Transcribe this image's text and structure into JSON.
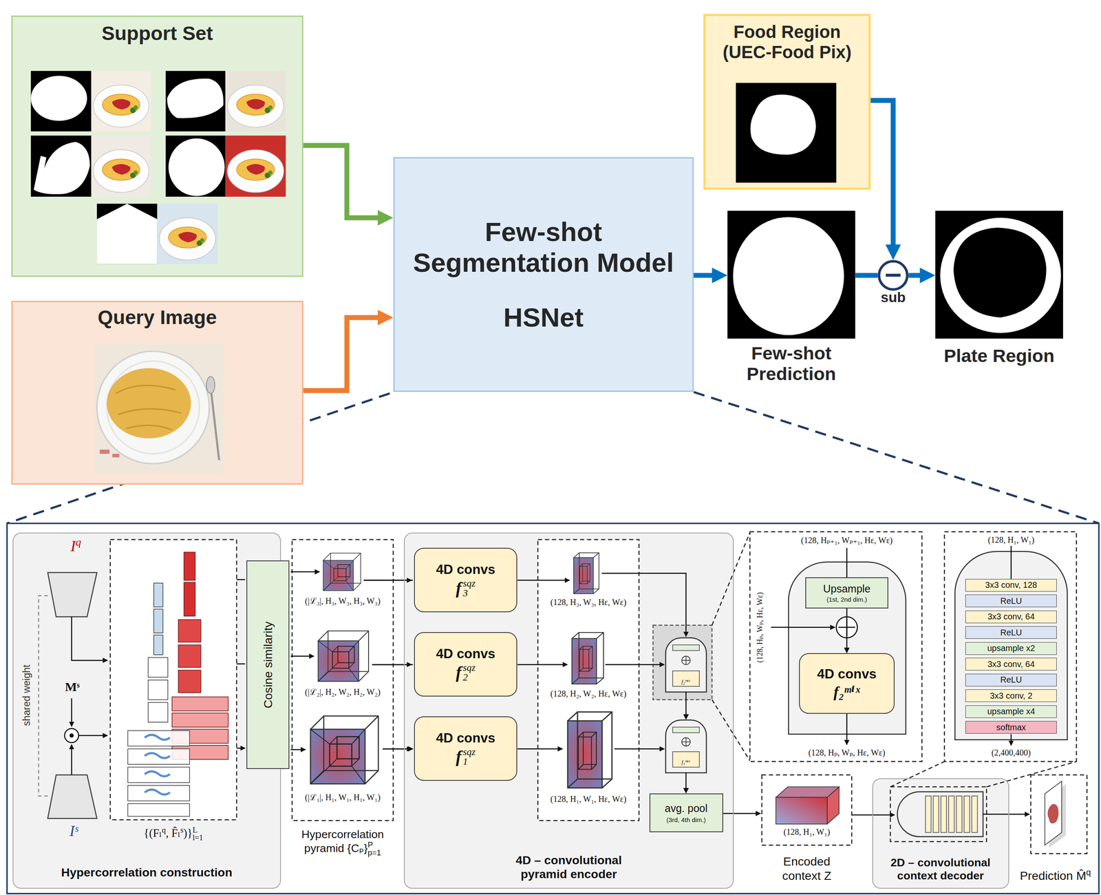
{
  "diagram": {
    "nodes": [
      {
        "text": [
          "Support Set"
        ]
      },
      {
        "text": [
          "Query Image"
        ]
      },
      {
        "text": [
          "Few-shot Segmentation Model",
          "HSNet"
        ]
      },
      {
        "text": [
          "Food Region (UEC-Food Pix)"
        ]
      },
      {
        "text": [
          "Few-shot Prediction"
        ]
      },
      {
        "text": [
          "sub"
        ]
      },
      {
        "text": [
          "Plate Region"
        ]
      },
      {
        "text": [
          "Hypercorrelation construction"
        ]
      },
      {
        "text": [
          "Cosine similarity"
        ]
      },
      {
        "text": [
          "4D – convolutional pyramid encoder"
        ]
      },
      {
        "text": [
          "4D convs",
          "f",
          "sqz",
          "3"
        ],
        "in": 9
      },
      {
        "text": [
          "4D convs",
          "f",
          "sqz",
          "2"
        ],
        "in": 9
      },
      {
        "text": [
          "4D convs",
          "f",
          "sqz",
          "1"
        ],
        "in": 9
      },
      {
        "text": [
          "f₂ᵐⁱˣ"
        ],
        "in": 9
      },
      {
        "text": [
          "f₁ᵐⁱˣ"
        ],
        "in": 9
      },
      {
        "text": [
          "avg. pool",
          "(3rd, 4th dim.)"
        ],
        "in": 9
      },
      {
        "text": [
          "Upsample",
          "(1st, 2nd dim.)"
        ]
      },
      {
        "text": [
          "4D convs",
          "f₂ᵐⁱˣ"
        ]
      },
      {
        "text": [
          "2D – convolutional context decoder"
        ]
      },
      {
        "text": [
          "3x3 conv, 128"
        ]
      },
      {
        "text": [
          "ReLU"
        ]
      },
      {
        "text": [
          "3x3 conv, 64"
        ]
      },
      {
        "text": [
          "ReLU"
        ]
      },
      {
        "text": [
          "upsample x2"
        ]
      },
      {
        "text": [
          "3x3 conv, 64"
        ]
      },
      {
        "text": [
          "ReLU"
        ]
      },
      {
        "text": [
          "3x3 conv, 2"
        ]
      },
      {
        "text": [
          "upsample x4"
        ]
      },
      {
        "text": [
          "softmax"
        ]
      }
    ],
    "edges": [
      {
        "from": 0,
        "to": 2,
        "arrow": "to"
      },
      {
        "from": 1,
        "to": 2,
        "arrow": "to"
      },
      {
        "from": 2,
        "to": 4,
        "arrow": "to"
      },
      {
        "from": 4,
        "to": 5,
        "arrow": "none"
      },
      {
        "from": 3,
        "to": 5,
        "arrow": "to"
      },
      {
        "from": 5,
        "to": 6,
        "arrow": "to"
      },
      {
        "from": 13,
        "to": 14,
        "arrow": "to"
      },
      {
        "from": 14,
        "to": 15,
        "arrow": "to"
      },
      {
        "from": 16,
        "to": 17,
        "arrow": "to"
      }
    ],
    "labels": [
      "I",
      "q",
      "Mˢ",
      "Iˢ",
      "shared weight",
      "{(Fₗ",
      "q",
      ", F̂ₗ",
      "s",
      ")}",
      "L",
      "l=1",
      "(|ℒ₃|, H₃, W₃, H₃, W₃)",
      "(|ℒ₂|, H₂, W₂, H₂, W₂)",
      "(|ℒ₁|, H₁, W₁, H₁, W₁)",
      "Hypercorrelation pyramid {Cₚ}",
      "P",
      "p=1",
      "(128, H₃, W₃, Hε, Wε)",
      "(128, H₂, W₂, Hε, Wε)",
      "(128, H₁, W₁, Hε, Wε)",
      "(128, Hₚ₊₁, Wₚ₊₁, Hε, Wε)",
      "(128, Hₚ, Wₚ, Hε, Wε)",
      "(128, Hₚ, Wₚ, Hε, Wε)",
      "(128, H₁, W₁)",
      "(2,400,400)",
      "(128, H₁, W₁)",
      "Encoded context Z",
      "Prediction M̂",
      "q"
    ]
  }
}
